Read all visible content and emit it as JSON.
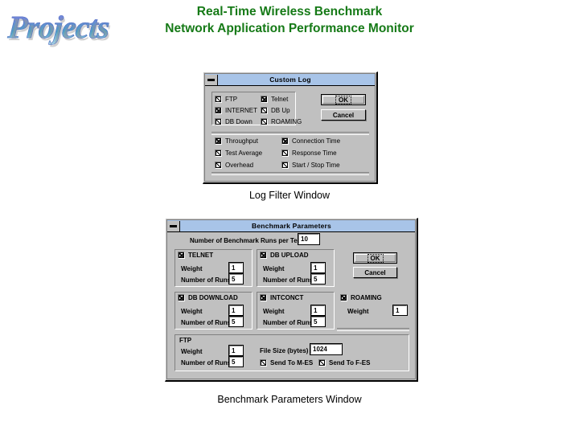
{
  "logo": {
    "text": "Projects"
  },
  "heading": {
    "line1": "Real-Time Wireless Benchmark",
    "line2": "Network Application Performance Monitor",
    "color": "#167a17"
  },
  "captions": {
    "log_filter": "Log Filter Window",
    "benchmark_parameters": "Benchmark Parameters Window"
  },
  "log_filter_dialog": {
    "title": "Custom Log",
    "sysmenu_icon": "minimize-bar-icon",
    "protocol_checkboxes": [
      {
        "label": "FTP",
        "checked": true
      },
      {
        "label": "Telnet",
        "checked": true
      },
      {
        "label": "INTERNET",
        "checked": true
      },
      {
        "label": "DB Up",
        "checked": true
      },
      {
        "label": "DB Down",
        "checked": true
      },
      {
        "label": "ROAMING",
        "checked": true
      }
    ],
    "metric_checkboxes": [
      {
        "label": "Throughput",
        "checked": true
      },
      {
        "label": "Connection Time",
        "checked": true
      },
      {
        "label": "Test Average",
        "checked": true
      },
      {
        "label": "Response Time",
        "checked": true
      },
      {
        "label": "Overhead",
        "checked": true
      },
      {
        "label": "Start / Stop Time",
        "checked": true
      }
    ],
    "buttons": {
      "ok": "OK",
      "cancel": "Cancel"
    }
  },
  "benchmark_dialog": {
    "title": "Benchmark Parameters",
    "sysmenu_icon": "minimize-bar-icon",
    "runs_per_test": {
      "label": "Number of Benchmark Runs per Test",
      "value": "10"
    },
    "groups": [
      {
        "name": "TELNET",
        "checked": true,
        "fields": [
          {
            "label": "Weight",
            "value": "1"
          },
          {
            "label": "Number of Runs",
            "value": "5"
          }
        ]
      },
      {
        "name": "DB UPLOAD",
        "checked": true,
        "fields": [
          {
            "label": "Weight",
            "value": "1"
          },
          {
            "label": "Number of Runs",
            "value": "5"
          }
        ]
      },
      {
        "name": "DB DOWNLOAD",
        "checked": true,
        "fields": [
          {
            "label": "Weight",
            "value": "1"
          },
          {
            "label": "Number of Runs",
            "value": "5"
          }
        ]
      },
      {
        "name": "INTCONCT",
        "checked": true,
        "fields": [
          {
            "label": "Weight",
            "value": "1"
          },
          {
            "label": "Number of Runs",
            "value": "5"
          }
        ]
      },
      {
        "name": "ROAMING",
        "checked": true,
        "fields": [
          {
            "label": "Weight",
            "value": "1"
          }
        ]
      }
    ],
    "ftp_group": {
      "name": "FTP",
      "fields": [
        {
          "label": "Weight",
          "value": "1"
        },
        {
          "label": "Number of Runs",
          "value": "5"
        }
      ],
      "file_size": {
        "label": "File Size (bytes)",
        "value": "1024"
      },
      "checkboxes": [
        {
          "label": "Send To M-ES",
          "checked": true
        },
        {
          "label": "Send To F-ES",
          "checked": true
        }
      ]
    },
    "buttons": {
      "ok": "OK",
      "cancel": "Cancel"
    }
  }
}
